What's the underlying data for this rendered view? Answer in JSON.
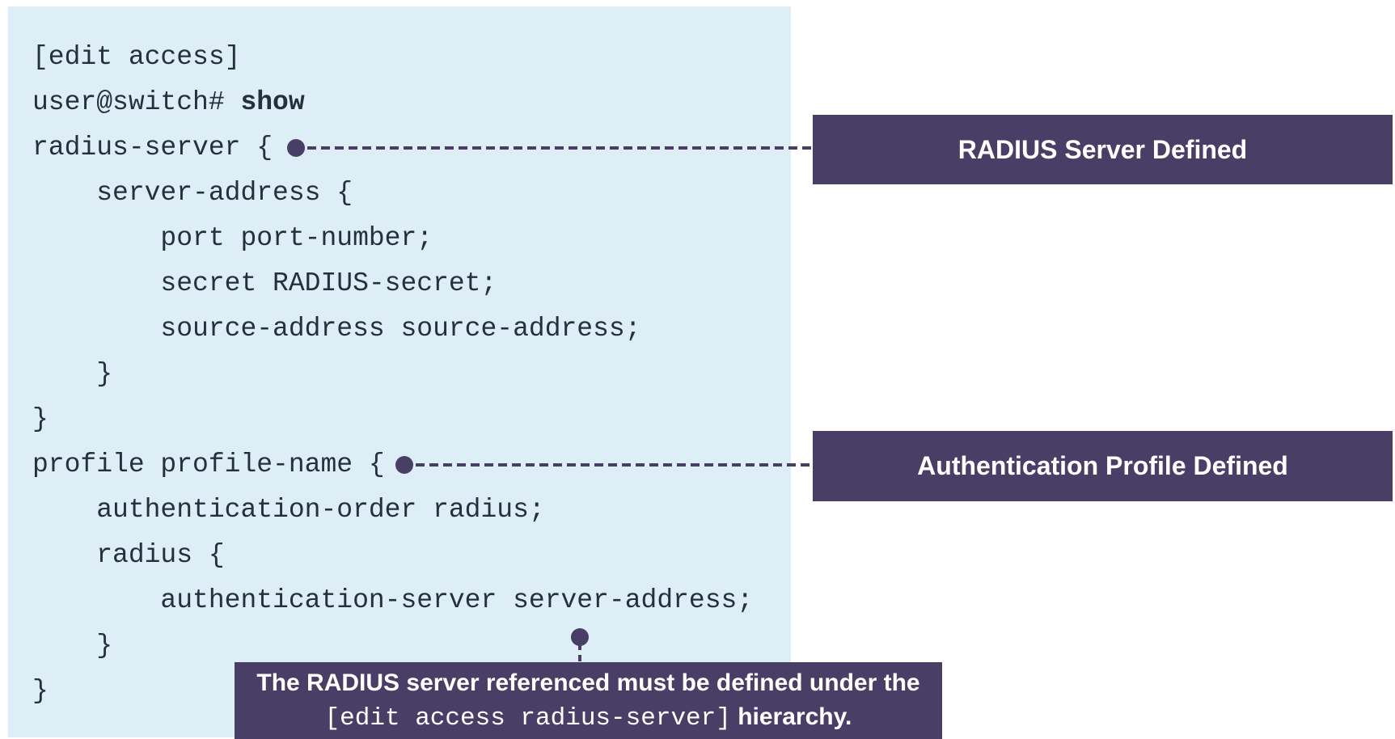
{
  "colors": {
    "panel_bg": "#deeef6",
    "accent": "#493f66",
    "code_text": "#22313d",
    "callout_text": "#ffffff"
  },
  "code": {
    "lines": [
      {
        "segments": [
          {
            "text": "[edit access]"
          }
        ]
      },
      {
        "segments": [
          {
            "text": "user@switch# "
          },
          {
            "text": "show",
            "bold": true
          }
        ]
      },
      {
        "segments": [
          {
            "text": "radius-server {"
          }
        ]
      },
      {
        "segments": [
          {
            "text": "    server-address {"
          }
        ]
      },
      {
        "segments": [
          {
            "text": "        port port-number;"
          }
        ]
      },
      {
        "segments": [
          {
            "text": "        secret RADIUS-secret;"
          }
        ]
      },
      {
        "segments": [
          {
            "text": "        source-address source-address;"
          }
        ]
      },
      {
        "segments": [
          {
            "text": "    }"
          }
        ]
      },
      {
        "segments": [
          {
            "text": "}"
          }
        ]
      },
      {
        "segments": [
          {
            "text": "profile profile-name {"
          }
        ]
      },
      {
        "segments": [
          {
            "text": "    authentication-order radius;"
          }
        ]
      },
      {
        "segments": [
          {
            "text": "    radius {"
          }
        ]
      },
      {
        "segments": [
          {
            "text": "        authentication-server server-address;"
          }
        ]
      },
      {
        "segments": [
          {
            "text": "    }"
          }
        ]
      },
      {
        "segments": [
          {
            "text": "}"
          }
        ]
      }
    ]
  },
  "callouts": {
    "radius_server": {
      "label": "RADIUS Server Defined"
    },
    "auth_profile": {
      "label": "Authentication Profile Defined"
    },
    "note": {
      "line1": "The RADIUS server referenced must be defined under the",
      "mono": "[edit access radius-server]",
      "suffix": " hierarchy."
    }
  }
}
